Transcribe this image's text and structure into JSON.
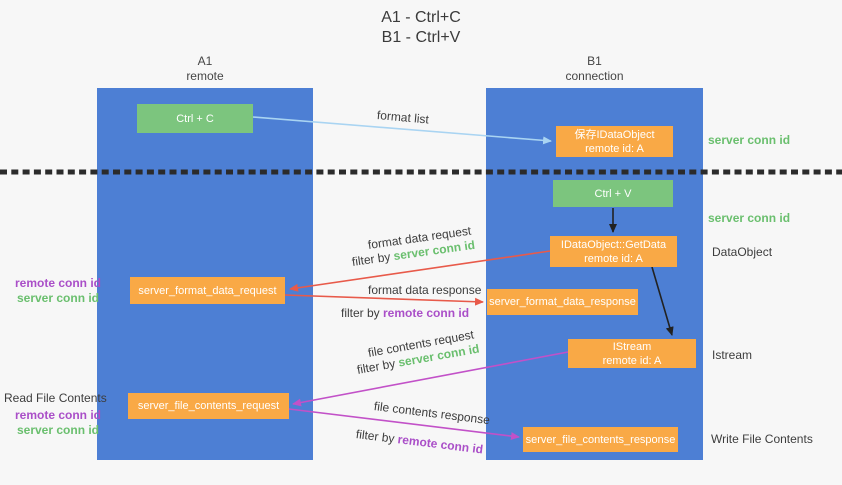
{
  "title": {
    "line1": "A1 - Ctrl+C",
    "line2": "B1 - Ctrl+V"
  },
  "lanes": {
    "a": {
      "id": "A1",
      "name": "remote"
    },
    "b": {
      "id": "B1",
      "name": "connection"
    }
  },
  "nodes": {
    "ctrl_c": {
      "label": "Ctrl + C"
    },
    "ctrl_v": {
      "label": "Ctrl + V"
    },
    "save_obj": {
      "line1": "保存IDataObject",
      "line2": "remote id: A"
    },
    "getdata": {
      "line1": "IDataObject::GetData",
      "line2": "remote id: A"
    },
    "istream": {
      "line1": "IStream",
      "line2": "remote id: A"
    },
    "format_request": {
      "label": "server_format_data_request"
    },
    "format_response": {
      "label": "server_format_data_response"
    },
    "file_request": {
      "label": "server_file_contents_request"
    },
    "file_response": {
      "label": "server_file_contents_response"
    }
  },
  "side_labels": {
    "server_conn_top": "server conn id",
    "server_conn_mid": "server conn id",
    "dataobject": "DataObject",
    "istream": "Istream",
    "write_file": "Write File Contents",
    "read_file": "Read File Contents",
    "block1_remote": "remote conn id",
    "block1_server": "server conn id",
    "block2_remote": "remote conn id",
    "block2_server": "server conn id"
  },
  "arrow_labels": {
    "format_list": "format list",
    "format_data_request": "format data request",
    "filter_by_1": "filter by ",
    "filter_server_1": "server conn id",
    "format_data_response": "format data response",
    "filter_by_2": "filter by ",
    "filter_remote_2": "remote conn id",
    "file_contents_request": "file contents request",
    "filter_by_3": "filter by ",
    "filter_server_3": "server conn id",
    "file_contents_response": "file contents response",
    "filter_by_4": "filter by ",
    "filter_remote_4": "remote conn id"
  },
  "colors": {
    "lane_blue": "#4d7fd4",
    "node_green": "#7cc57e",
    "node_orange": "#f9a946",
    "green_text": "#6abf6e",
    "purple_text": "#aa4fc8",
    "red_arrow": "#e85a4a",
    "magenta_arrow": "#c251c8",
    "light_blue_arrow": "#a9d4f2",
    "black_arrow": "#222222",
    "background": "#f7f7f7"
  }
}
